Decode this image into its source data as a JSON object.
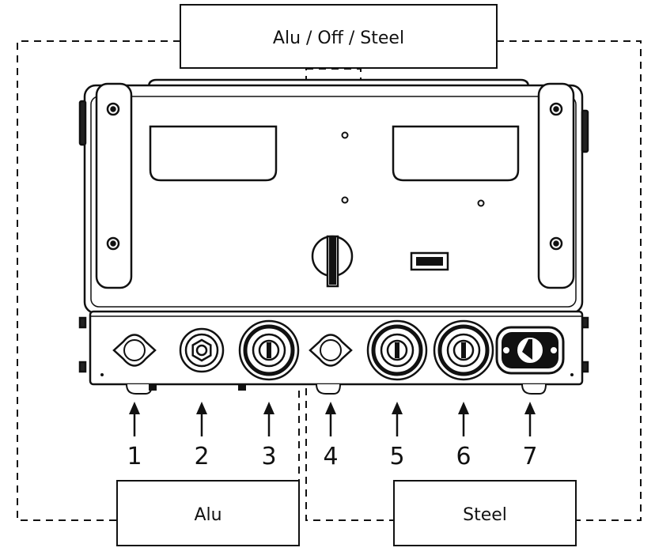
{
  "labels": {
    "mode_switch": "Alu / Off / Steel",
    "alu": "Alu",
    "steel": "Steel"
  },
  "connectors": [
    {
      "number": "1",
      "kind": "cap"
    },
    {
      "number": "2",
      "kind": "socket-small"
    },
    {
      "number": "3",
      "kind": "socket-large"
    },
    {
      "number": "4",
      "kind": "cap"
    },
    {
      "number": "5",
      "kind": "socket-large"
    },
    {
      "number": "6",
      "kind": "socket-large"
    },
    {
      "number": "7",
      "kind": "euro-connector"
    }
  ],
  "colors": {
    "line": "#111111",
    "background": "#ffffff"
  }
}
